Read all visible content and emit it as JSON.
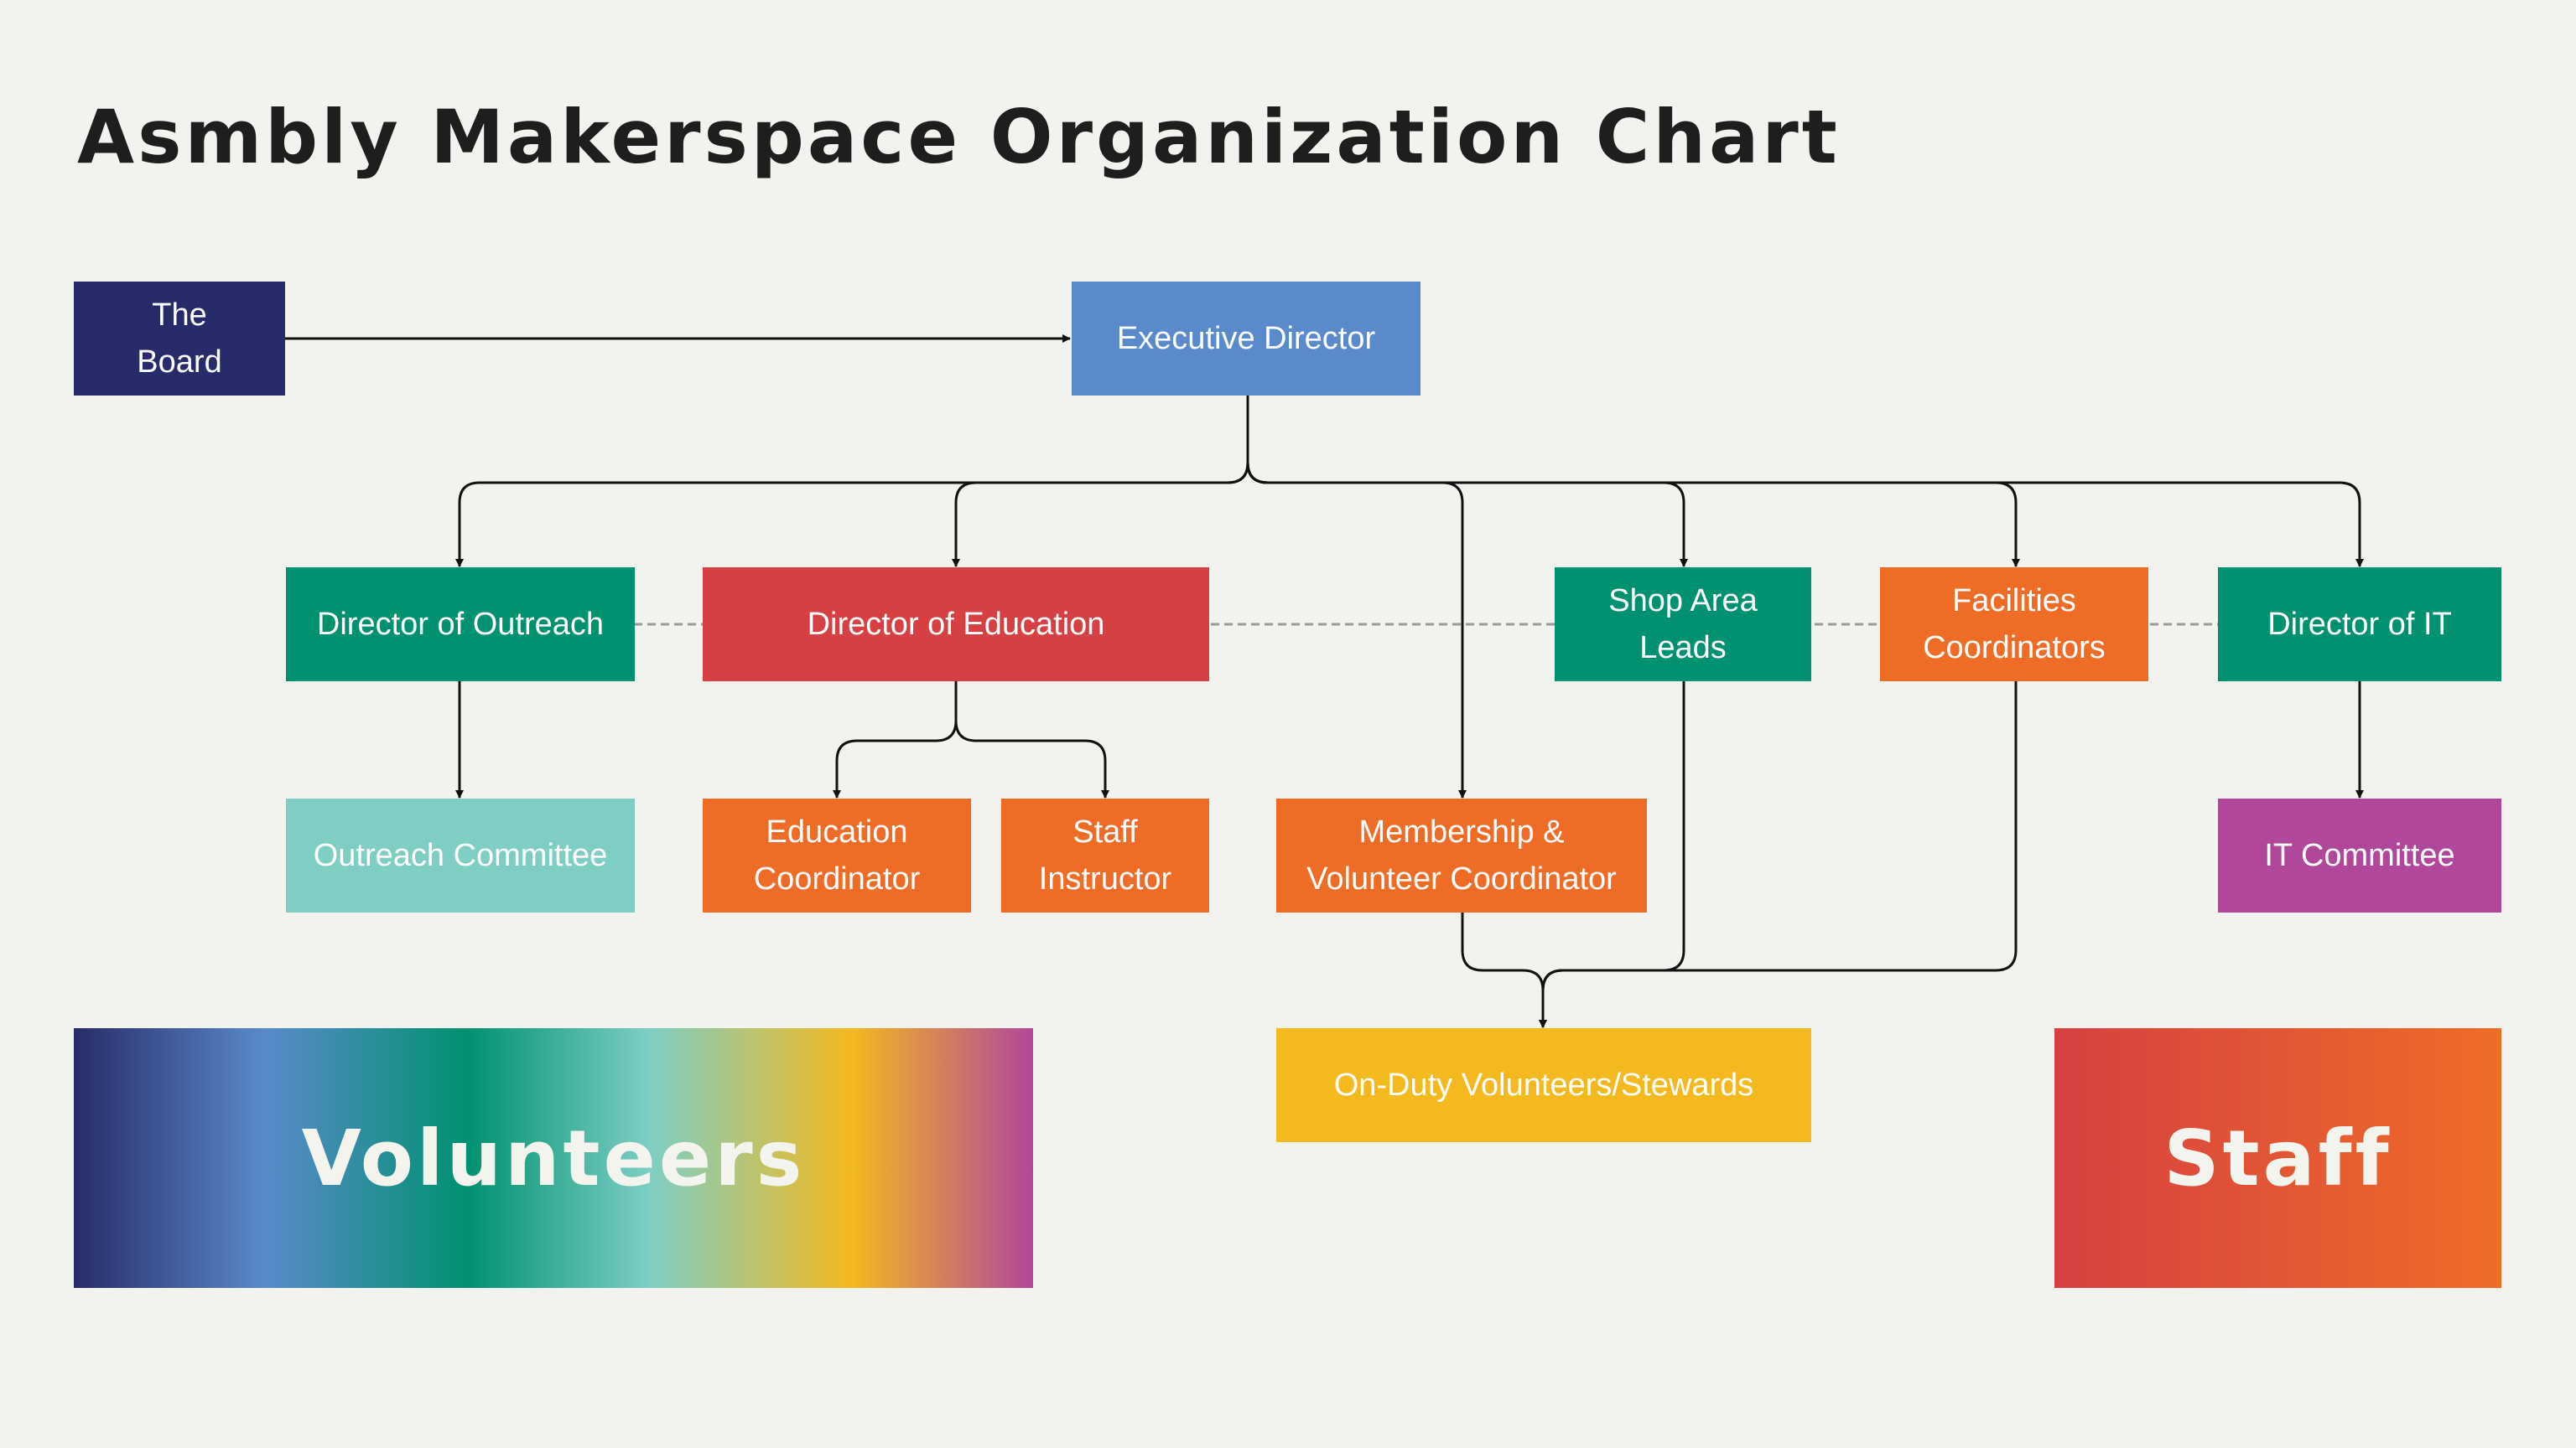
{
  "title": "Asmbly Makerspace Organization Chart",
  "colors": {
    "background": "#f2f3ef",
    "navy": "#282b69",
    "blue": "#5a8acb",
    "green": "#009170",
    "red": "#d64042",
    "orange": "#ef6c27",
    "teal": "#7ecec4",
    "yellow": "#f4b91f",
    "purple": "#b1479b",
    "connector": "#111111",
    "dashed": "#999999"
  },
  "nodes": {
    "board": "The Board",
    "executive_director": "Executive Director",
    "director_outreach": "Director of Outreach",
    "director_education": "Director of Education",
    "shop_area_leads": "Shop Area Leads",
    "facilities_coordinators": "Facilities Coordinators",
    "director_it": "Director of IT",
    "outreach_committee": "Outreach Committee",
    "education_coordinator": "Education Coordinator",
    "staff_instructor": "Staff Instructor",
    "membership_volunteer_coordinator": "Membership & Volunteer Coordinator",
    "it_committee": "IT Committee",
    "on_duty_volunteers": "On-Duty Volunteers/Stewards"
  },
  "legend": {
    "volunteers": "Volunteers",
    "staff": "Staff"
  }
}
